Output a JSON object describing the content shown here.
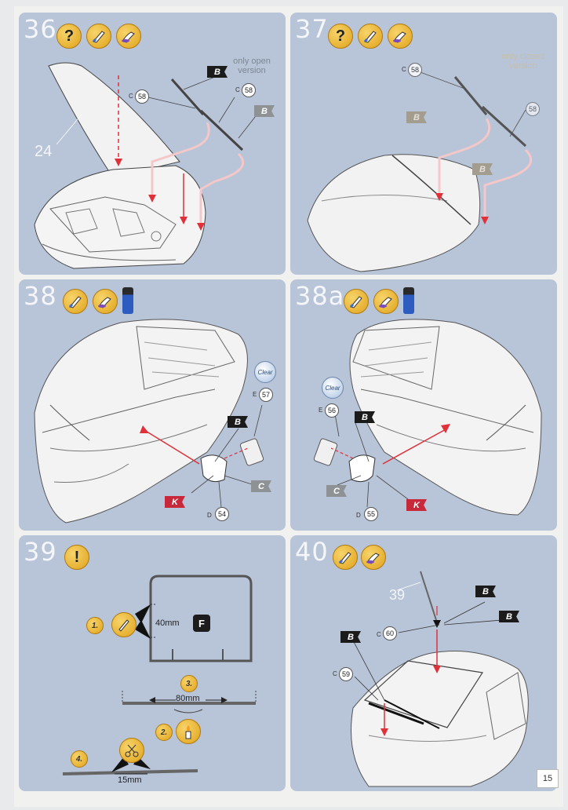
{
  "page_number": "15",
  "steps": {
    "s36": {
      "number": "36",
      "note": "only open\nversion",
      "ref_label": "24",
      "part_c58_a": "58",
      "part_c58_b": "58",
      "flag_b": "B",
      "prefix_c": "C"
    },
    "s37": {
      "number": "37",
      "note": "only closed\nversion",
      "part_c58_a": "58",
      "part_c58_b": "58",
      "flag_b": "B",
      "prefix_c": "C"
    },
    "s38": {
      "number": "38",
      "clear_label": "Clear",
      "part_e": "57",
      "part_d": "54",
      "prefix_e": "E",
      "prefix_d": "D",
      "flag_b": "B",
      "flag_c": "C",
      "flag_k": "K"
    },
    "s38a": {
      "number": "38a",
      "clear_label": "Clear",
      "part_e": "56",
      "part_d": "55",
      "prefix_e": "E",
      "prefix_d": "D",
      "flag_b": "B",
      "flag_c": "C",
      "flag_k": "K"
    },
    "s39": {
      "number": "39",
      "warning_symbol": "!",
      "sub1": "1.",
      "sub2": "2.",
      "sub3": "3.",
      "sub4": "4.",
      "length_40": "40mm",
      "sprue_letter": "F",
      "length_80": "80mm",
      "length_15": "15mm"
    },
    "s40": {
      "number": "40",
      "ref_label": "39",
      "part_c60": "60",
      "part_c59": "59",
      "prefix_c": "C",
      "flag_b": "B"
    }
  },
  "icons": {
    "question": "question-icon",
    "paint_brush": "paint-brush-icon",
    "glue": "glue-icon",
    "paint_bottle": "paint-bottle-icon",
    "knife": "knife-icon",
    "scissors": "scissors-icon",
    "candle": "candle-icon",
    "warning": "warning-icon"
  },
  "colors": {
    "panel_bg": "#b8c4d8",
    "accent_gold": "#e0a21c",
    "flag_black": "#1b1b1b",
    "flag_grey": "#8e9294",
    "flag_red": "#c8293a",
    "arrow_red": "#e0303a"
  }
}
